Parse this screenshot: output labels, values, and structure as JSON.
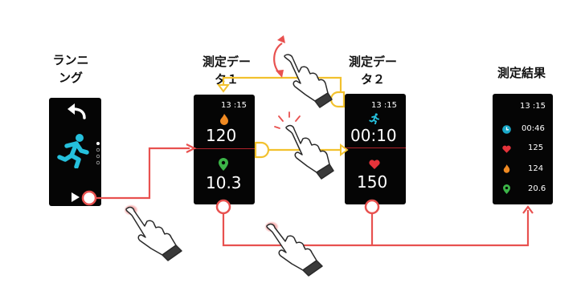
{
  "labels": {
    "running": [
      "ランニ",
      "ング"
    ],
    "data1": [
      "測定デー",
      "タ１"
    ],
    "data2": [
      "測定デー",
      "タ２"
    ],
    "results": "測定結果"
  },
  "screen1": {
    "time": "13 :15",
    "calories": "120",
    "distance": "10.3"
  },
  "screen2": {
    "time": "13 :15",
    "duration": "00:10",
    "heart_rate": "150"
  },
  "screen3": {
    "time": "13 :15",
    "duration": "00:46",
    "heart_rate": "125",
    "calories": "124",
    "distance": "20.6"
  },
  "colors": {
    "flow_red": "#e8514f",
    "flow_yellow": "#f2c12e",
    "watch_bg": "#050505",
    "run_icon": "#25c0dc",
    "fire": "#f08a22",
    "heart": "#e5333a",
    "location": "#3cb548",
    "clock": "#1aa9c9",
    "divider": "#b0222a",
    "tap_glow": "#f07a7a"
  }
}
